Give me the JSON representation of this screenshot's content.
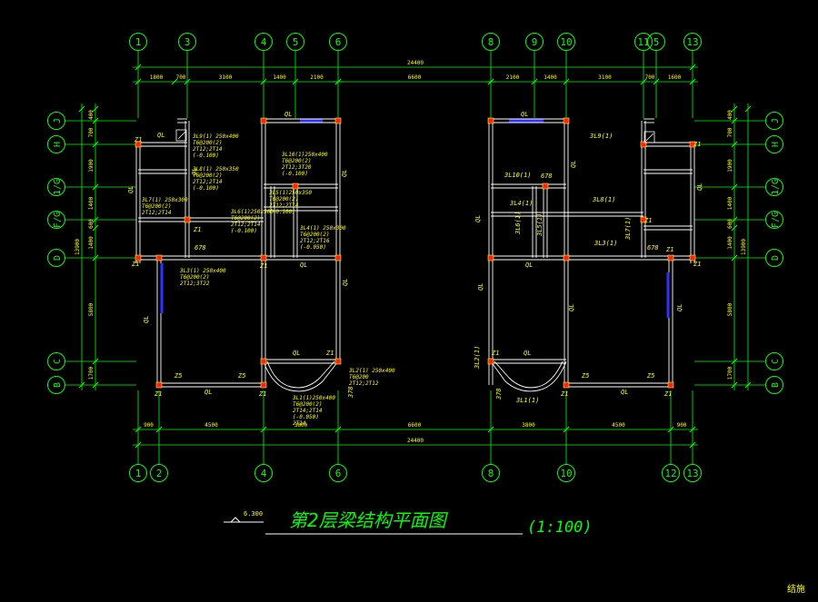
{
  "drawing": {
    "title": "第2层梁结构平面图",
    "scale": "(1:100)",
    "level_mark": "6.300",
    "corner_tag": "结施"
  },
  "grid_top_left": [
    "1",
    "3",
    "4",
    "5",
    "6"
  ],
  "grid_top_right": [
    "8",
    "9",
    "10",
    "11",
    "5",
    "13"
  ],
  "grid_bottom_left": [
    "1",
    "2",
    "4",
    "6"
  ],
  "grid_bottom_right": [
    "8",
    "10",
    "12",
    "13"
  ],
  "grid_rows": [
    "J",
    "H",
    "1/G",
    "F/G",
    "D",
    "C",
    "B"
  ],
  "dims": {
    "total_top": "24400",
    "total_bottom": "24400",
    "top_segments_left": [
      "1800",
      "700",
      "3100",
      "1400",
      "2100"
    ],
    "top_segments_mid": "6600",
    "top_segments_right": [
      "2100",
      "1400",
      "3100",
      "700",
      "1600"
    ],
    "bottom_segments": [
      "900",
      "4500",
      "3800",
      "6600",
      "3800",
      "4500",
      "900"
    ],
    "left_rows": [
      "400",
      "700",
      "1900",
      "1400",
      "600",
      "1400",
      "5800",
      "1700"
    ],
    "left_total": "13900",
    "right_rows": [
      "400",
      "700",
      "1900",
      "1400",
      "600",
      "1400",
      "5800",
      "1700"
    ],
    "right_total": "13900"
  },
  "labels": {
    "ql": "QL",
    "z1": "Z1",
    "z5": "Z5",
    "l678": "678",
    "l378": "378"
  },
  "beam_notes_left": [
    [
      "3L9(1) 250x400",
      "T6@200(2)",
      "2T12;2T14",
      "(-0.100)"
    ],
    [
      "3L8(1) 250x350",
      "T6@200(2)",
      "2T12;2T14",
      "(-0.100)"
    ],
    [
      "3L10(1)250x400",
      "T6@200(2)",
      "2T12;3T20",
      "(-0.100)"
    ],
    [
      "3L7(1) 250x300",
      "T6@200(2)",
      "2T12;2T14"
    ],
    [
      "3L6(1)250x300",
      "T6@200(2)",
      "2T12;2T14",
      "(-0.100)"
    ],
    [
      "3L5(1)250x350",
      "T6@200(2)",
      "2T12;2T14",
      "(-0.100)"
    ],
    [
      "3L4(1) 250x300",
      "T6@200(2)",
      "2T12;2T16",
      "(-0.050)"
    ],
    [
      "3L3(1) 250x400",
      "T6@200(2)",
      "2T12;3T22"
    ],
    [
      "3L1(1)250x400",
      "T6@200(2)",
      "2T14;2T14",
      "(-0.050)",
      "2T14"
    ],
    [
      "3L2(1) 250x400",
      "T6@200",
      "2T12;2T12"
    ]
  ],
  "beam_notes_right": [
    "3L9(1)",
    "3L10(1)",
    "3L4(1)",
    "3L8(1)",
    "3L6(1)",
    "3L5(1)",
    "3L3(1)",
    "3L7(1)",
    "3L2(1)",
    "3L1(1)"
  ],
  "colors": {
    "grid": "#00ff00",
    "wall": "#ffffff",
    "beam": "#00ff00",
    "opening": "#3030ff",
    "column": "#ff2020",
    "text": "#ffff00",
    "dim": "#00ff00"
  }
}
